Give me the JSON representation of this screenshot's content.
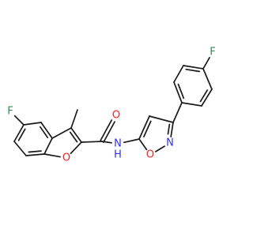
{
  "colors": {
    "background": "#ffffff",
    "bond": "#1a1a1a",
    "carbon": "#1a1a1a",
    "oxygen": "#ff2020",
    "nitrogen": "#2f2fff",
    "fluorine": "#2e8b57"
  },
  "atoms": [
    {
      "id": 0,
      "element": "C"
    },
    {
      "id": 1,
      "element": "C"
    },
    {
      "id": 2,
      "element": "C"
    },
    {
      "id": 3,
      "element": "C"
    },
    {
      "id": 4,
      "element": "C"
    },
    {
      "id": 5,
      "element": "C"
    },
    {
      "id": 6,
      "element": "C"
    },
    {
      "id": 7,
      "element": "C"
    },
    {
      "id": 8,
      "element": "C"
    },
    {
      "id": 9,
      "element": "O",
      "label": "O"
    },
    {
      "id": 10,
      "element": "F",
      "label": "F"
    },
    {
      "id": 11,
      "element": "C"
    },
    {
      "id": 12,
      "element": "O",
      "label": "O"
    },
    {
      "id": 13,
      "element": "N",
      "label": "N",
      "sublabel": "H"
    },
    {
      "id": 14,
      "element": "C"
    },
    {
      "id": 15,
      "element": "C"
    },
    {
      "id": 16,
      "element": "C"
    },
    {
      "id": 17,
      "element": "N",
      "label": "N"
    },
    {
      "id": 18,
      "element": "O",
      "label": "O"
    },
    {
      "id": 19,
      "element": "C"
    },
    {
      "id": 20,
      "element": "C"
    },
    {
      "id": 21,
      "element": "C"
    },
    {
      "id": 22,
      "element": "C"
    },
    {
      "id": 23,
      "element": "C"
    },
    {
      "id": 24,
      "element": "C"
    },
    {
      "id": 25,
      "element": "F",
      "label": "F"
    },
    {
      "id": 26,
      "element": "C"
    }
  ],
  "bonds": [
    {
      "a": 0,
      "b": 1,
      "order": 2
    },
    {
      "a": 1,
      "b": 2,
      "order": 1
    },
    {
      "a": 2,
      "b": 3,
      "order": 2
    },
    {
      "a": 3,
      "b": 4,
      "order": 1
    },
    {
      "a": 4,
      "b": 5,
      "order": 2
    },
    {
      "a": 5,
      "b": 0,
      "order": 1
    },
    {
      "a": 0,
      "b": 6,
      "order": 1
    },
    {
      "a": 6,
      "b": 7,
      "order": 2
    },
    {
      "a": 7,
      "b": 9,
      "order": 1
    },
    {
      "a": 9,
      "b": 5,
      "order": 1
    },
    {
      "a": 2,
      "b": 10,
      "order": 1
    },
    {
      "a": 6,
      "b": 8,
      "order": 1
    },
    {
      "a": 7,
      "b": 11,
      "order": 1
    },
    {
      "a": 11,
      "b": 12,
      "order": 2
    },
    {
      "a": 11,
      "b": 13,
      "order": 1
    },
    {
      "a": 13,
      "b": 14,
      "order": 1
    },
    {
      "a": 14,
      "b": 15,
      "order": 2
    },
    {
      "a": 15,
      "b": 16,
      "order": 1
    },
    {
      "a": 16,
      "b": 17,
      "order": 2
    },
    {
      "a": 17,
      "b": 18,
      "order": 1
    },
    {
      "a": 18,
      "b": 14,
      "order": 1
    },
    {
      "a": 16,
      "b": 19,
      "order": 1
    },
    {
      "a": 19,
      "b": 20,
      "order": 2
    },
    {
      "a": 20,
      "b": 21,
      "order": 1
    },
    {
      "a": 21,
      "b": 22,
      "order": 2
    },
    {
      "a": 22,
      "b": 23,
      "order": 1
    },
    {
      "a": 23,
      "b": 24,
      "order": 2
    },
    {
      "a": 24,
      "b": 19,
      "order": 1
    },
    {
      "a": 22,
      "b": 25,
      "order": 1
    }
  ]
}
